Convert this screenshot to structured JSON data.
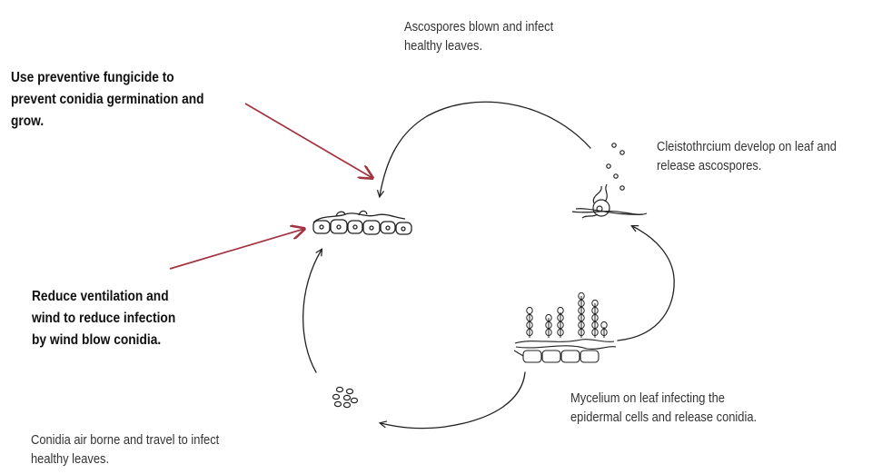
{
  "stages": {
    "ascospores_blown": "Ascospores blown and infect\nhealthy leaves.",
    "cleistothecium": "Cleistothrcium develop on leaf and\nrelease ascospores.",
    "mycelium": "Mycelium on leaf infecting the\nepidermal cells and release conidia.",
    "conidia_airborne": "Conidia air borne and travel to infect\nhealthy leaves."
  },
  "controls": {
    "fungicide": "Use preventive fungicide to\nprevent conidia germination and\ngrow.",
    "ventilation": "Reduce ventilation and\nwind to reduce infection\nby wind blow conidia."
  },
  "colors": {
    "cycle_stroke": "#222222",
    "control_arrow": "#a3333f",
    "background": "#ffffff"
  }
}
